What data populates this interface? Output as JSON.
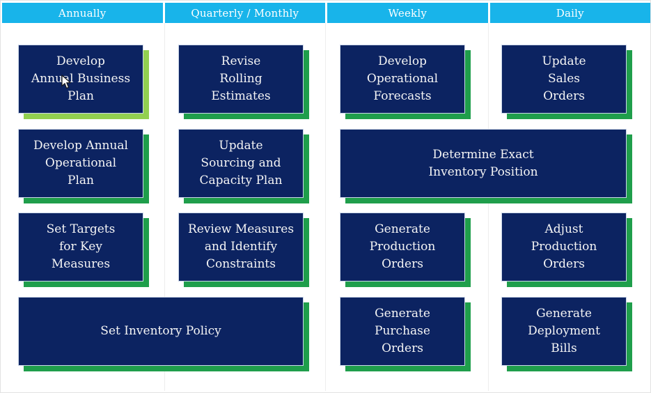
{
  "colors": {
    "header_bg": "#18b4ea",
    "box_bg": "#0c2361",
    "box_border": "#ccd8ea",
    "shadow_green": "#1f9e4b",
    "shadow_highlight_green": "#92d050",
    "text": "#ffffff",
    "page_bg": "#ffffff"
  },
  "columns": [
    {
      "label": "Annually"
    },
    {
      "label": "Quarterly / Monthly"
    },
    {
      "label": "Weekly"
    },
    {
      "label": "Daily"
    }
  ],
  "boxes": [
    {
      "id": "develop-annual-business-plan",
      "label": "Develop\nAnnual Business\nPlan",
      "column": "Annually",
      "highlighted": true
    },
    {
      "id": "revise-rolling-estimates",
      "label": "Revise\nRolling\nEstimates",
      "column": "Quarterly / Monthly",
      "highlighted": false
    },
    {
      "id": "develop-operational-forecasts",
      "label": "Develop\nOperational\nForecasts",
      "column": "Weekly",
      "highlighted": false
    },
    {
      "id": "update-sales-orders",
      "label": "Update\nSales\nOrders",
      "column": "Daily",
      "highlighted": false
    },
    {
      "id": "develop-annual-operational-plan",
      "label": "Develop Annual\nOperational\nPlan",
      "column": "Annually",
      "highlighted": false
    },
    {
      "id": "update-sourcing-and-capacity-plan",
      "label": "Update\nSourcing and\nCapacity Plan",
      "column": "Quarterly / Monthly",
      "highlighted": false
    },
    {
      "id": "determine-exact-inventory-position",
      "label": "Determine Exact\nInventory Position",
      "column": "Weekly / Daily",
      "highlighted": false
    },
    {
      "id": "set-targets-for-key-measures",
      "label": "Set Targets\nfor Key\nMeasures",
      "column": "Annually",
      "highlighted": false
    },
    {
      "id": "review-measures-and-identify-constraints",
      "label": "Review Measures\nand Identify\nConstraints",
      "column": "Quarterly / Monthly",
      "highlighted": false
    },
    {
      "id": "generate-production-orders",
      "label": "Generate\nProduction\nOrders",
      "column": "Weekly",
      "highlighted": false
    },
    {
      "id": "adjust-production-orders",
      "label": "Adjust\nProduction\nOrders",
      "column": "Daily",
      "highlighted": false
    },
    {
      "id": "set-inventory-policy",
      "label": "Set Inventory Policy",
      "column": "Annually / Quarterly / Monthly",
      "highlighted": false
    },
    {
      "id": "generate-purchase-orders",
      "label": "Generate\nPurchase\nOrders",
      "column": "Weekly",
      "highlighted": false
    },
    {
      "id": "generate-deployment-bills",
      "label": "Generate\nDeployment\nBills",
      "column": "Daily",
      "highlighted": false
    }
  ],
  "cursor": {
    "icon": "mouse-pointer",
    "near_box": "develop-annual-business-plan"
  }
}
